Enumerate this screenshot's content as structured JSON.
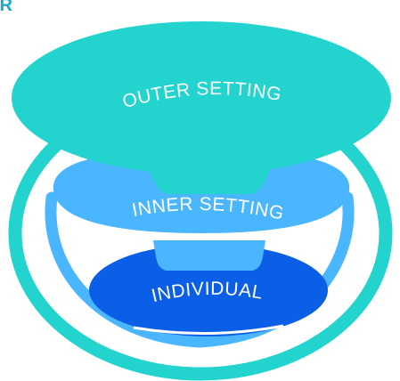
{
  "corner_title": "IR",
  "layers": {
    "outer": {
      "label": "OUTER SETTING",
      "color": "#22d3ce"
    },
    "inner": {
      "label": "INNER SETTING",
      "color": "#4ab6ff"
    },
    "individual": {
      "label": "INDIVIDUAL",
      "color": "#0a5fe6"
    }
  },
  "colors": {
    "background": "#ffffff",
    "outer_ring": "#22d3ce",
    "inner_ring": "#4ab6ff",
    "individual": "#0a5fe6",
    "title": "#1aa6c7"
  }
}
